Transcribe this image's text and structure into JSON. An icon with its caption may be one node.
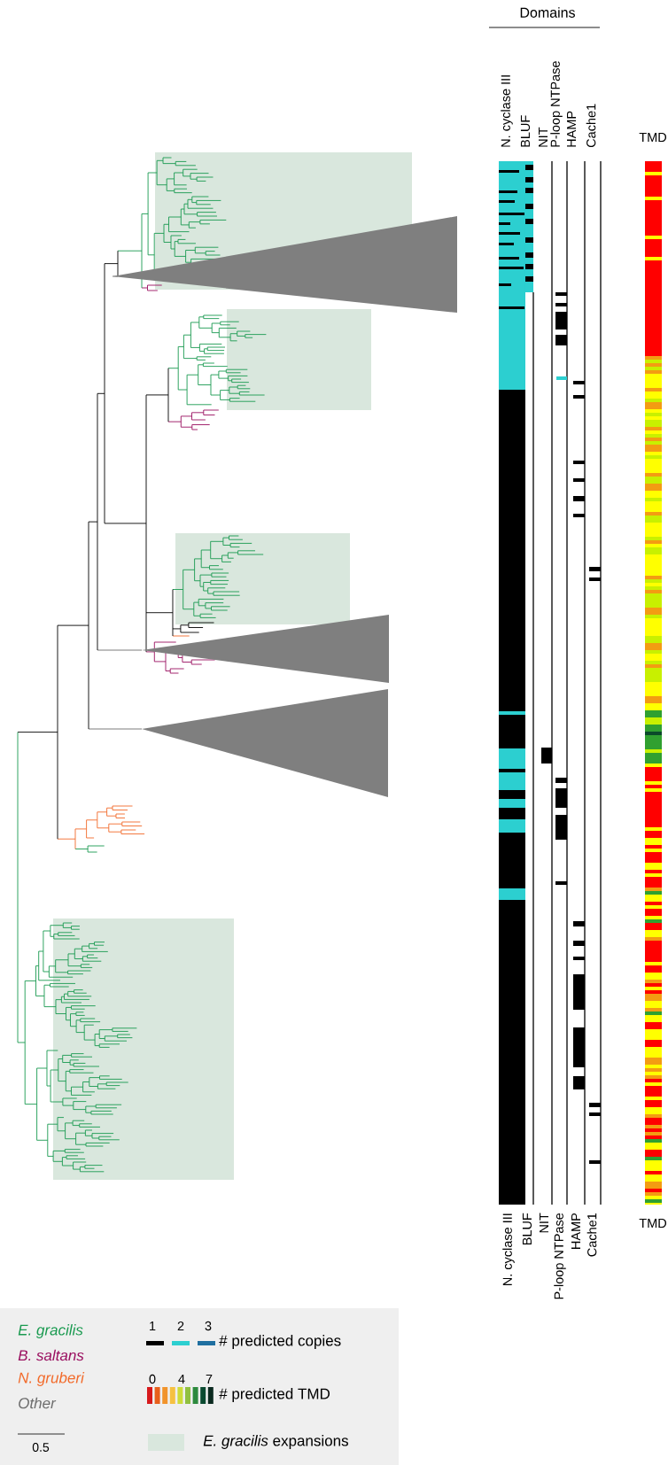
{
  "diagram": {
    "labels": [
      "Domains",
      "N. cyclase III",
      "BLUF",
      "NIT",
      "P-loop NTPase",
      "HAMP",
      "Cache1",
      "TMD",
      "N. cyclase III",
      "BLUF",
      "NIT",
      "P-loop NTPase",
      "HAMP",
      "Cache1",
      "TMD",
      "1",
      "2",
      "3",
      "0",
      "4",
      "7",
      "0.5"
    ],
    "legend": [
      {
        "text": "E. gracilis",
        "color": "#1a9a50"
      },
      {
        "text": "B. saltans",
        "color": "#9a1060"
      },
      {
        "text": "N. gruberi",
        "color": "#f26a2a"
      },
      {
        "text": "Other",
        "color": "#6d6d6d"
      },
      {
        "text": "# predicted copies"
      },
      {
        "text": "# predicted TMD"
      },
      {
        "text": "*E. gracilis* expansions",
        "color": "#d9e7dd"
      }
    ]
  }
}
